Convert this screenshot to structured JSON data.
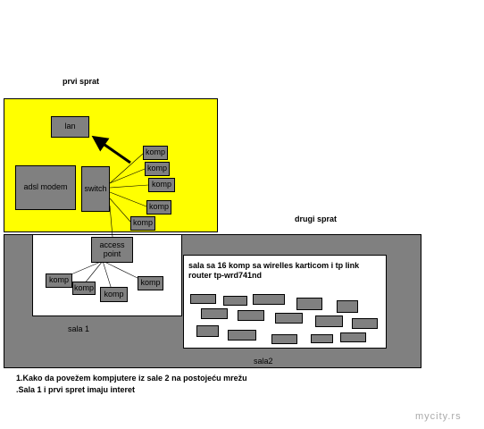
{
  "first_floor": {
    "title": "prvi sprat",
    "lan": "lan",
    "adsl_modem": "adsl modem",
    "switch": "switch",
    "comps": [
      "komp",
      "komp",
      "komp",
      "komp",
      "komp"
    ]
  },
  "second_floor": {
    "title": "drugi sprat"
  },
  "room1": {
    "access_point": "access point",
    "comps": [
      "komp",
      "komp",
      "komp",
      "komp"
    ],
    "label": "sala 1"
  },
  "room2": {
    "description": "sala sa 16 komp sa wirelles karticom i tp link router  tp-wrd741nd",
    "label": "sala2"
  },
  "notes": [
    "1.Kako da povežem kompjutere iz sale 2 na postojeću mrežu",
    ".Sala 1 i prvi spret imaju interet"
  ],
  "watermark": "mycity.rs",
  "colors": {
    "floor1": "#ffff00",
    "floor2": "#808080",
    "device": "#808080",
    "room": "#ffffff"
  }
}
